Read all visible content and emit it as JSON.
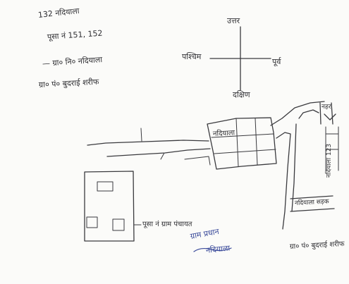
{
  "header_notes": {
    "line1": "132 नदियाला",
    "line2": "पूसा नं 151, 152",
    "line3": "— ग्रा० नि० नदियाला",
    "line4": "ग्रा० पं० बुदराई शरीफ"
  },
  "compass": {
    "north": "उत्तर",
    "west": "पश्चिम",
    "east": "पूर्व",
    "south": "दक्षिण"
  },
  "map_labels": {
    "center_village": "नदियाला",
    "right_top": "नहर",
    "right_side": "नदियाला 123",
    "plot_label": "पूसा नं ग्राम पंचायत",
    "right_road": "नदियाला सड़क",
    "bottom_right": "ग्रा० पं० बुदराई शरीफ"
  },
  "signature": {
    "line1": "ग्राम प्रधान",
    "line2": "नदियाला"
  }
}
